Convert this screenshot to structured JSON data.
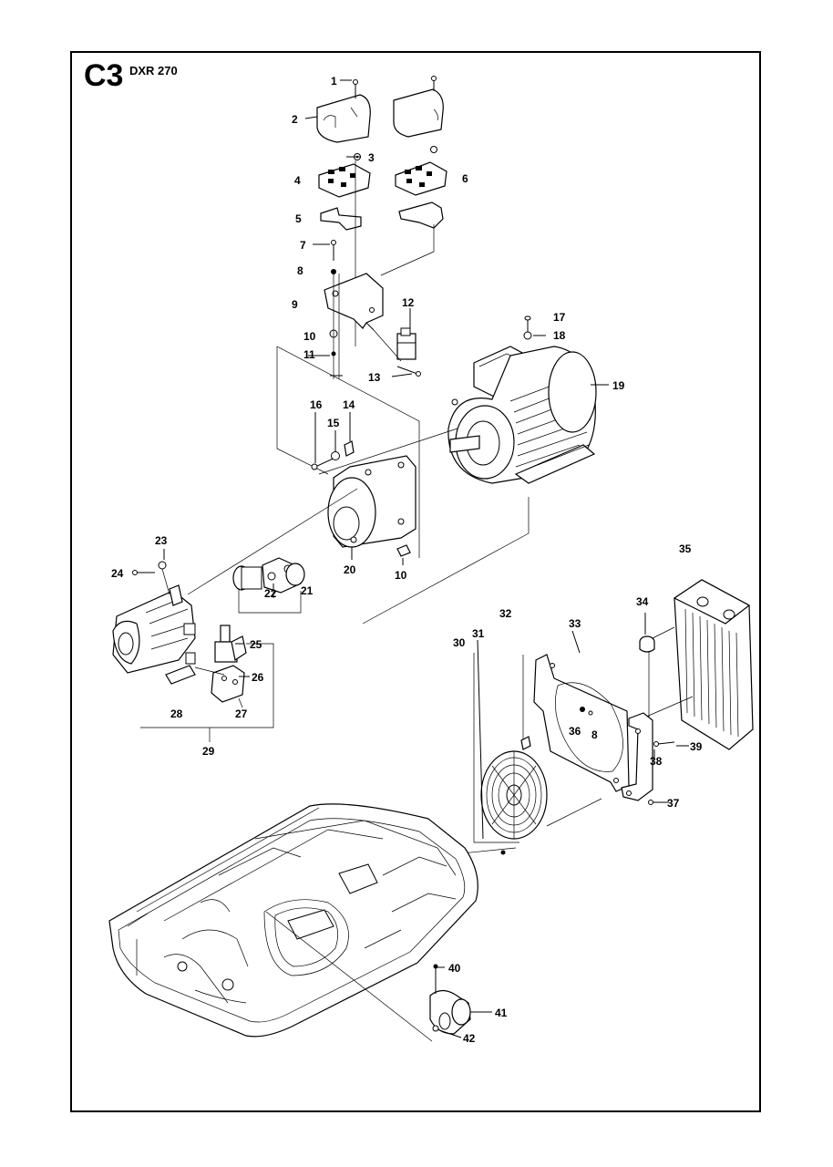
{
  "header": {
    "code": "C3",
    "model": "DXR 270"
  },
  "callouts": {
    "c1": "1",
    "c2": "2",
    "c3": "3",
    "c4": "4",
    "c5": "5",
    "c6": "6",
    "c7": "7",
    "c8": "8",
    "c9": "9",
    "c10": "10",
    "c10b": "10",
    "c11": "11",
    "c12": "12",
    "c13": "13",
    "c14": "14",
    "c15": "15",
    "c16": "16",
    "c17": "17",
    "c18": "18",
    "c19": "19",
    "c20": "20",
    "c21": "21",
    "c22": "22",
    "c23": "23",
    "c24": "24",
    "c25": "25",
    "c26": "26",
    "c27": "27",
    "c28": "28",
    "c29": "29",
    "c30": "30",
    "c31": "31",
    "c32": "32",
    "c33": "33",
    "c34": "34",
    "c35": "35",
    "c36": "36",
    "c8b": "8",
    "c37": "37",
    "c38": "38",
    "c39": "39",
    "c40": "40",
    "c41": "41",
    "c42": "42"
  }
}
